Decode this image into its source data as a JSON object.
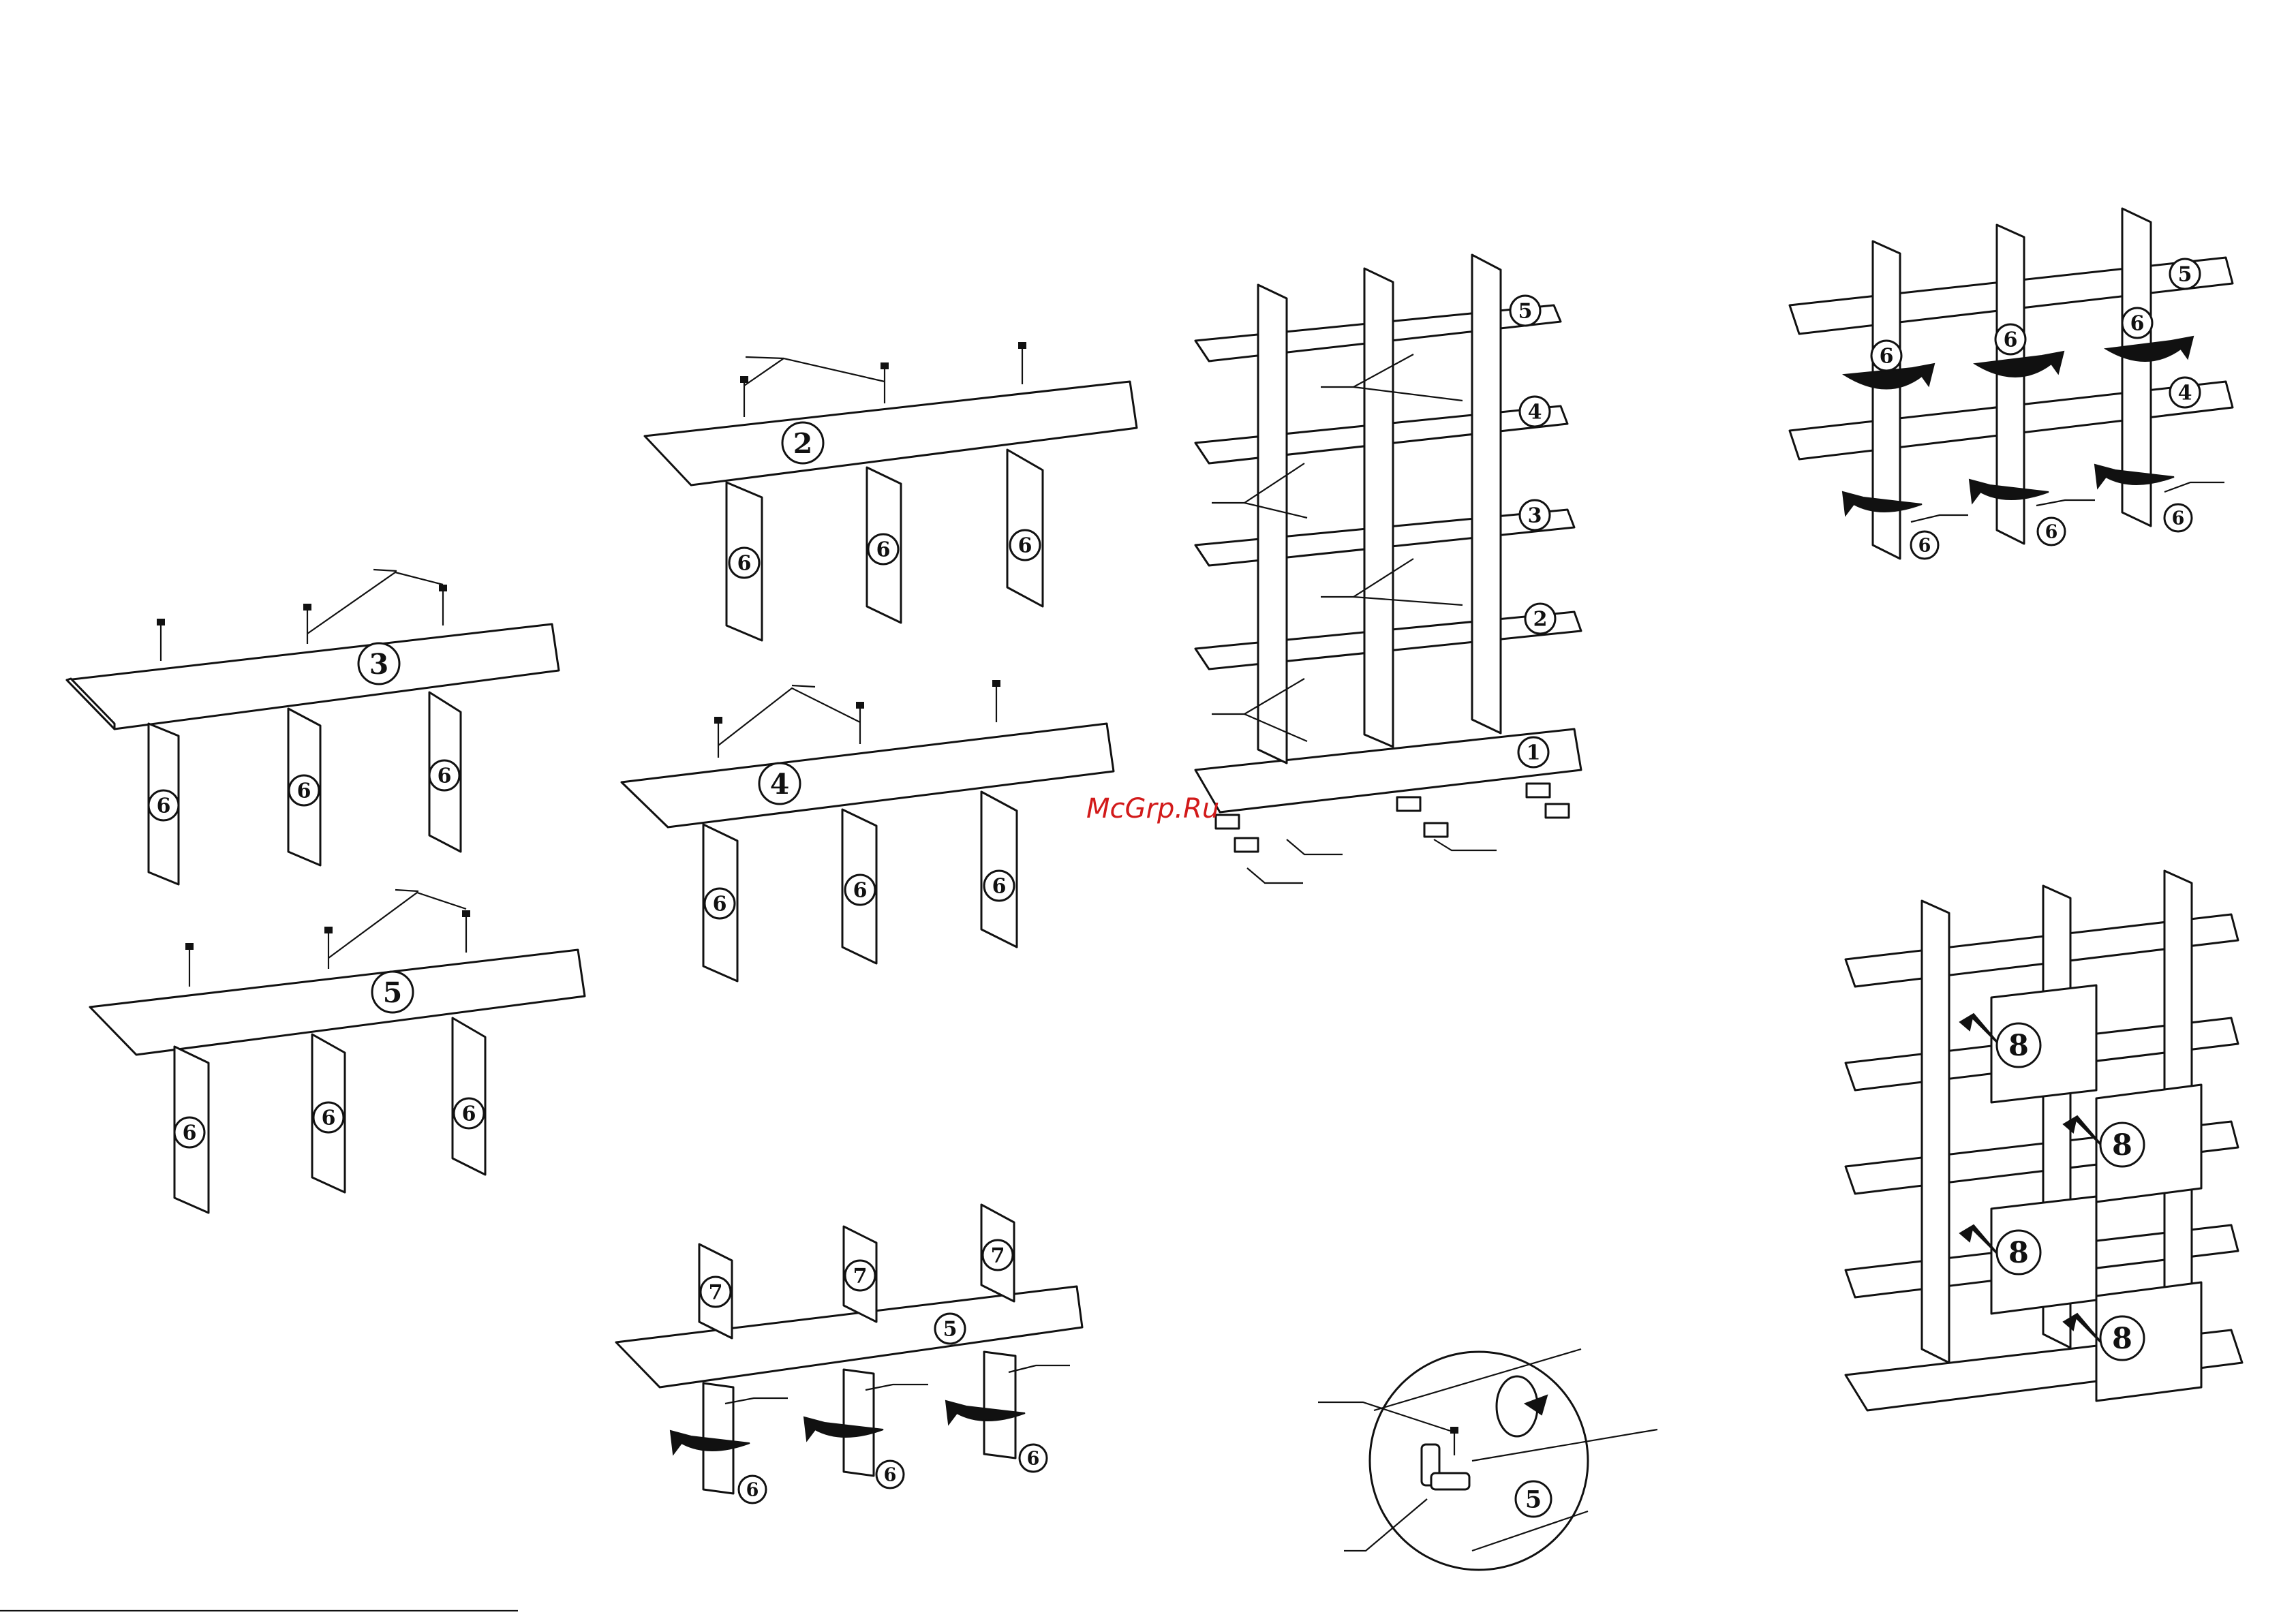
{
  "watermark": {
    "text": "McGrp.Ru",
    "color": "#d21a1a"
  },
  "part_numbers": {
    "p1": "1",
    "p2": "2",
    "p3": "3",
    "p4": "4",
    "p5": "5",
    "p6": "6",
    "p7": "7",
    "p8": "8"
  },
  "icons": [
    "screw-icon",
    "rotate-arrow-icon",
    "glide-foot-icon",
    "angle-bracket-icon",
    "screwdriver-icon"
  ]
}
